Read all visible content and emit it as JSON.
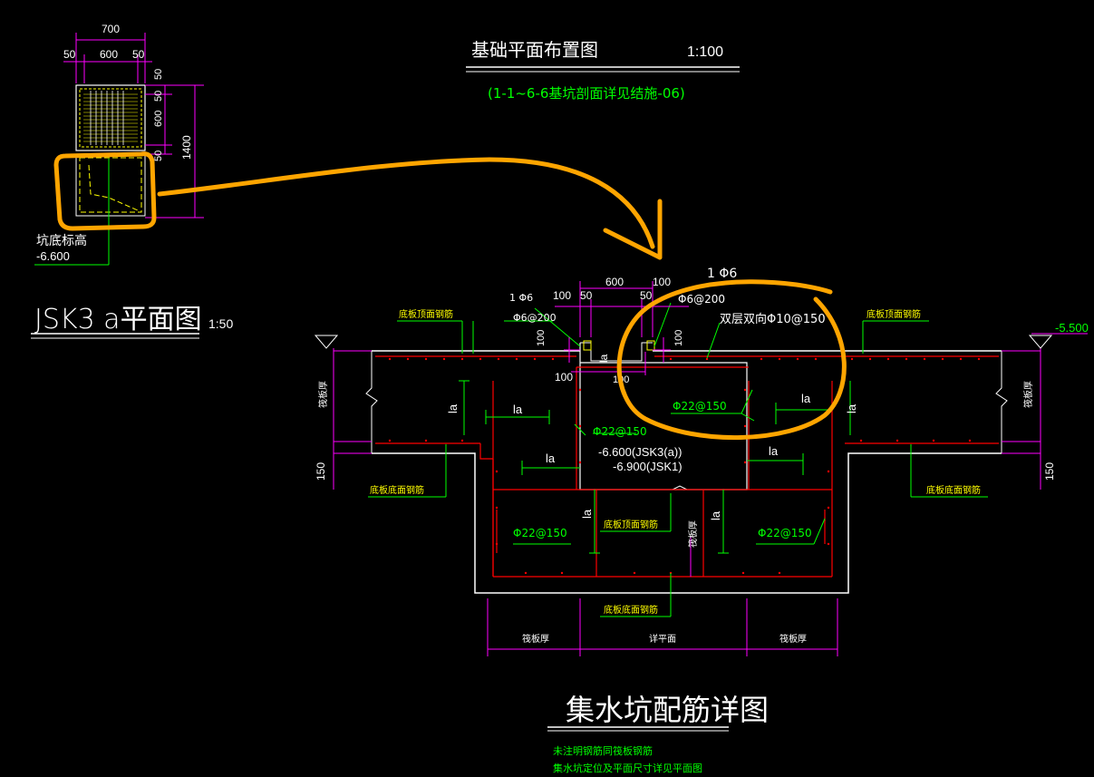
{
  "plan": {
    "title": "基础平面布置图",
    "scale": "1:100",
    "note": "(1-1~6-6基坑剖面详见结施-06)"
  },
  "jsk_plan": {
    "title": "JSK3 a平面图",
    "scale": "1:50",
    "dims_top": {
      "total": "700",
      "left": "50",
      "mid": "600",
      "right": "50"
    },
    "dims_right": {
      "d1": "50",
      "d2": "50",
      "d3": "600",
      "d4": "50",
      "total": "1400"
    },
    "bottom_label": "坑底标高",
    "bottom_elev": "-6.600"
  },
  "detail": {
    "title": "集水坑配筋详图",
    "notes": [
      "未注明钢筋同筏板钢筋",
      "集水坑定位及平面尺寸详见平面图"
    ],
    "labels": {
      "bar_1": "1 Φ6",
      "bar_1b": "1 Φ6",
      "stirrup_left": "Φ6@200",
      "stirrup_right": "Φ6@200",
      "dbl_layer": "双层双向Φ10@150",
      "dim_600": "600",
      "dim_100a": "100",
      "dim_100b": "100",
      "dim_50a": "50",
      "dim_50b": "50",
      "dim_100c": "100",
      "dim_100d": "100",
      "dim_100e": "100",
      "dim_100f": "100",
      "top_steel_left": "底板顶面钢筋",
      "top_steel_right": "底板顶面钢筋",
      "top_steel_mid": "底板顶面钢筋",
      "bot_steel_left": "底板底面钢筋",
      "bot_steel_right": "底板底面钢筋",
      "bot_steel_mid": "底板底面钢筋",
      "elev_right": "-5.500",
      "raft_thk_left": "筏板厚",
      "raft_thk_right": "筏板厚",
      "raft_thk_mid": "筏板厚",
      "dim150_left": "150",
      "dim150_right": "150",
      "rebar_a": "Φ22@150",
      "rebar_b": "Φ22@150",
      "rebar_c": "Φ22@150",
      "rebar_d": "Φ22@150",
      "elev_jsk3": "-6.600(JSK3(a))",
      "elev_jsk1": "-6.900(JSK1)",
      "la1": "la",
      "la2": "la",
      "la3": "la",
      "la4": "la",
      "la5": "la",
      "la6": "la",
      "la7": "la",
      "la8": "la",
      "la9": "la",
      "bottom_left": "筏板厚",
      "bottom_mid": "详平面",
      "bottom_right": "筏板厚"
    }
  },
  "colors": {
    "green": "#00ff00",
    "white": "#ffffff",
    "yellow": "#ffff00",
    "magenta": "#ff00ff",
    "red": "#ff0000",
    "highlight": "#ffa500"
  }
}
